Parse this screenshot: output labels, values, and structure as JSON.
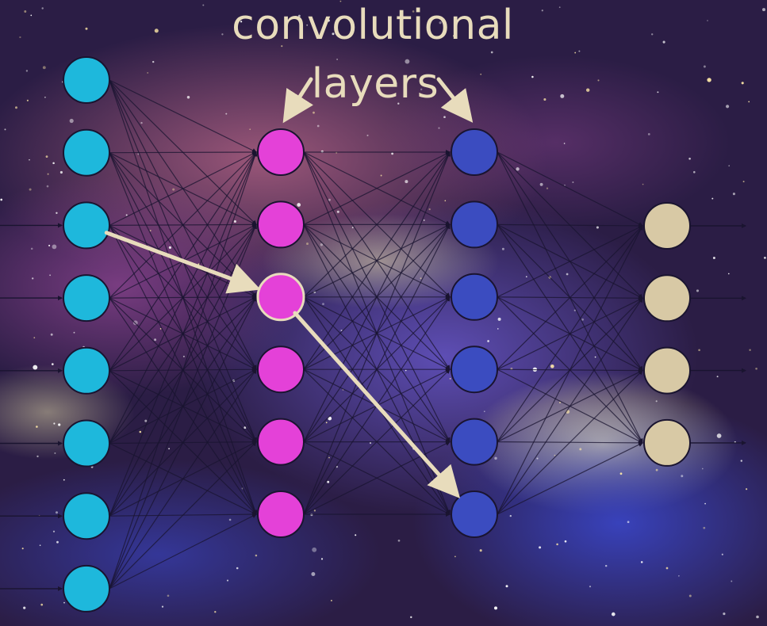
{
  "title": {
    "line1": "convolutional",
    "line2": "layers"
  },
  "colors": {
    "background": "#2b1d45",
    "input_layer": "#1eb8dc",
    "conv_layer_1": "#e441d8",
    "conv_layer_2": "#3b4cc0",
    "output_layer": "#d8c9a5",
    "arrow": "#e8dcbc",
    "connection": "#1a1430"
  },
  "layers": [
    {
      "id": "input",
      "node_count": 8,
      "color_key": "input_layer"
    },
    {
      "id": "conv1",
      "node_count": 6,
      "color_key": "conv_layer_1"
    },
    {
      "id": "conv2",
      "node_count": 6,
      "color_key": "conv_layer_2"
    },
    {
      "id": "output",
      "node_count": 4,
      "color_key": "output_layer"
    }
  ],
  "highlighted_path": [
    {
      "layer": 0,
      "node": 2
    },
    {
      "layer": 1,
      "node": 2
    },
    {
      "layer": 2,
      "node": 5
    }
  ],
  "label_pointers": [
    {
      "layer": 1,
      "node": 0
    },
    {
      "layer": 2,
      "node": 0
    }
  ]
}
